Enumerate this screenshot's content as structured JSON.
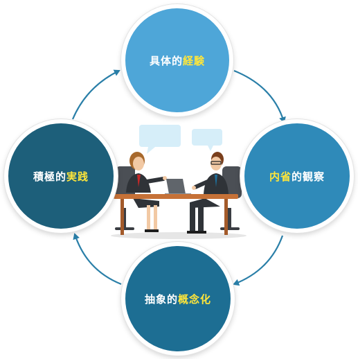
{
  "cycle": {
    "nodes": [
      {
        "pre": "具体的",
        "hl": "経験",
        "post": ""
      },
      {
        "pre": "",
        "hl": "内省",
        "post": "的観察"
      },
      {
        "pre": "抽象的",
        "hl": "概念化",
        "post": ""
      },
      {
        "pre": "積極的",
        "hl": "実践",
        "post": ""
      }
    ]
  },
  "colors": {
    "node_top": "#4ea6d8",
    "node_right": "#2f8ab9",
    "node_bottom": "#1d6e93",
    "node_left": "#1d5f7a",
    "highlight": "#ffe63a",
    "arrow": "#2a7fa8"
  }
}
